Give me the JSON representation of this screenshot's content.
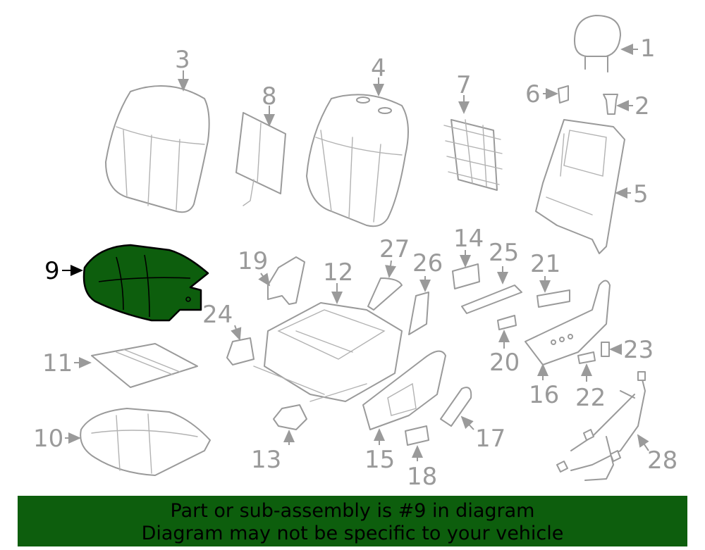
{
  "callouts": {
    "c1": "1",
    "c2": "2",
    "c3": "3",
    "c4": "4",
    "c5": "5",
    "c6": "6",
    "c7": "7",
    "c8": "8",
    "c9": "9",
    "c10": "10",
    "c11": "11",
    "c12": "12",
    "c13": "13",
    "c14": "14",
    "c15": "15",
    "c16": "16",
    "c17": "17",
    "c18": "18",
    "c19": "19",
    "c20": "20",
    "c21": "21",
    "c22": "22",
    "c23": "23",
    "c24": "24",
    "c25": "25",
    "c26": "26",
    "c27": "27",
    "c28": "28"
  },
  "highlighted_part": "9",
  "colors": {
    "highlight": "#0d5e0d",
    "line": "#9a9a9a",
    "banner": "#0d5e0d"
  },
  "banner": {
    "line1": "Part or sub-assembly is #9 in diagram",
    "line2": "Diagram may not be specific to your vehicle"
  }
}
